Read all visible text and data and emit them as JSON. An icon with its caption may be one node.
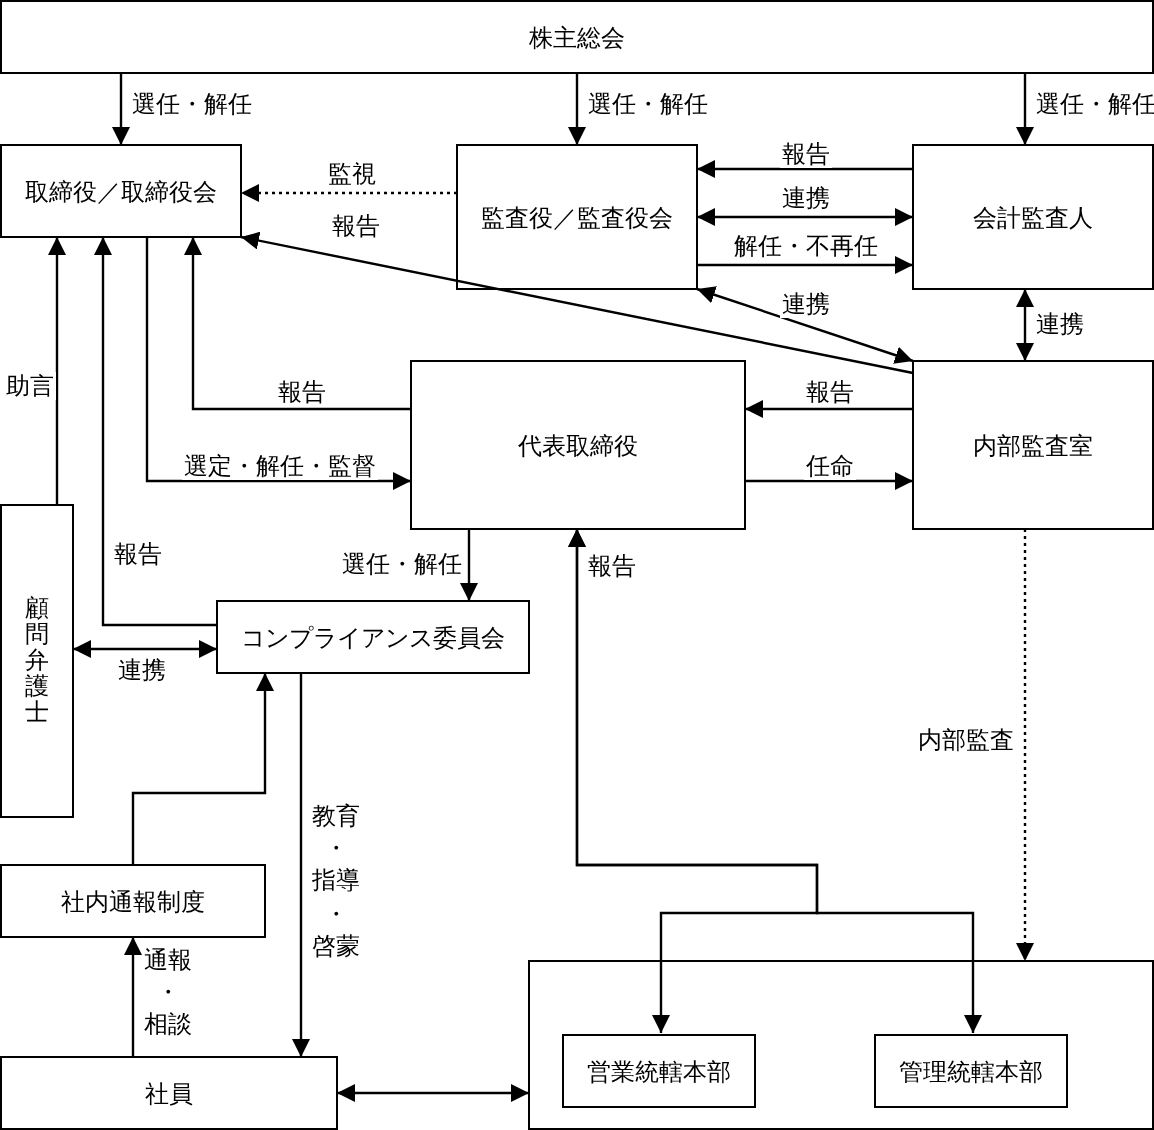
{
  "diagram": {
    "nodes": [
      {
        "text": [
          "株主総会"
        ]
      },
      {
        "text": [
          "取締役／取締役会"
        ]
      },
      {
        "text": [
          "監査役／監査役会"
        ]
      },
      {
        "text": [
          "会計監査人"
        ]
      },
      {
        "text": [
          "代表取締役"
        ]
      },
      {
        "text": [
          "内部監査室"
        ]
      },
      {
        "text": [
          "顧問弁護士"
        ]
      },
      {
        "text": [
          "コンプライアンス委員会"
        ]
      },
      {
        "text": [
          "社内通報制度"
        ]
      },
      {
        "text": [
          "社員"
        ]
      },
      {
        "text": [],
        "shape": "box"
      },
      {
        "text": [
          "営業統轄本部"
        ],
        "in": 10
      },
      {
        "text": [
          "管理統轄本部"
        ],
        "in": 10
      }
    ],
    "edges": [
      {
        "from": 0,
        "to": 1,
        "arrow": "to",
        "label": "選任・解任"
      },
      {
        "from": 0,
        "to": 2,
        "arrow": "to",
        "label": "選任・解任"
      },
      {
        "from": 0,
        "to": 3,
        "arrow": "to",
        "label": "選任・解任"
      },
      {
        "from": 2,
        "to": 1,
        "arrow": "to",
        "label": "監視",
        "style": "dashed"
      },
      {
        "from": 3,
        "to": 2,
        "arrow": "to",
        "label": "報告"
      },
      {
        "from": 2,
        "to": 3,
        "arrow": "both",
        "label": "連携"
      },
      {
        "from": 2,
        "to": 3,
        "arrow": "to",
        "label": "解任・不再任"
      },
      {
        "from": 5,
        "to": 2,
        "arrow": "both",
        "label": "連携"
      },
      {
        "from": 5,
        "to": 1,
        "arrow": "to",
        "label": "報告"
      },
      {
        "from": 3,
        "to": 5,
        "arrow": "both",
        "label": "連携"
      },
      {
        "from": 4,
        "to": 1,
        "arrow": "to",
        "label": "報告"
      },
      {
        "from": 1,
        "to": 4,
        "arrow": "to",
        "label": "選定・解任・監督"
      },
      {
        "from": 5,
        "to": 4,
        "arrow": "to",
        "label": "報告"
      },
      {
        "from": 4,
        "to": 5,
        "arrow": "to",
        "label": "任命"
      },
      {
        "from": 4,
        "to": 7,
        "arrow": "to",
        "label": "選任・解任"
      },
      {
        "from": 7,
        "to": 1,
        "arrow": "to",
        "label": "報告"
      },
      {
        "from": 6,
        "to": 1,
        "arrow": "to",
        "label": "助言"
      },
      {
        "from": 6,
        "to": 7,
        "arrow": "both",
        "label": "連携"
      },
      {
        "from": 8,
        "to": 7,
        "arrow": "to"
      },
      {
        "from": 7,
        "to": 9,
        "arrow": "to",
        "label": "教育・指導・啓蒙"
      },
      {
        "from": 9,
        "to": 8,
        "arrow": "to",
        "label": "通報・相談"
      },
      {
        "from": 9,
        "to": 10,
        "arrow": "both"
      },
      {
        "from": 11,
        "to": 4,
        "arrow": "both",
        "label": "報告"
      },
      {
        "from": 12,
        "to": 4,
        "arrow": "both"
      },
      {
        "from": 5,
        "to": 10,
        "arrow": "to",
        "label": "内部監査",
        "style": "dashed"
      }
    ]
  }
}
